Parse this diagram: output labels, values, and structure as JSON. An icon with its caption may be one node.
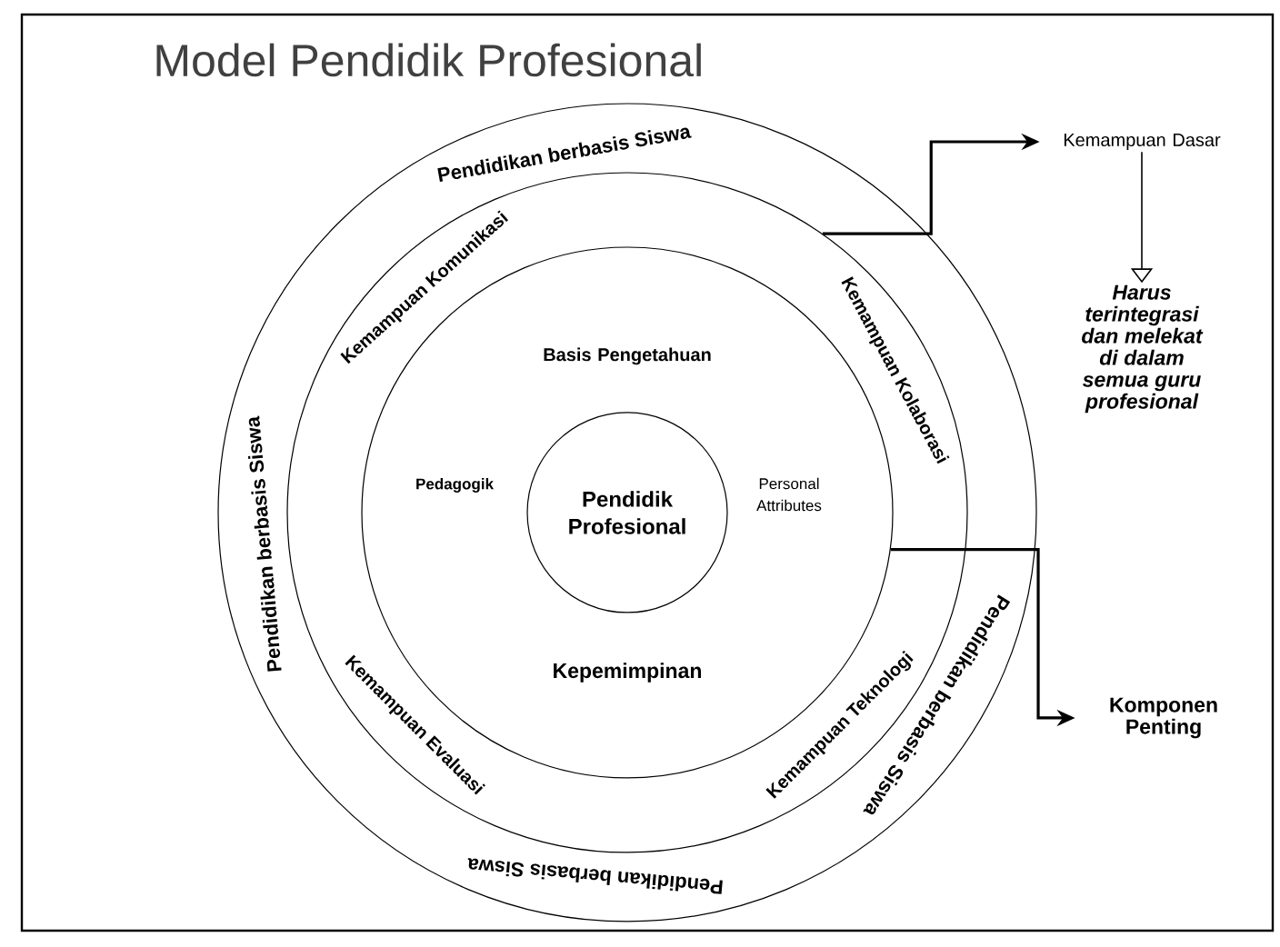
{
  "diagram": {
    "title": "Model Pendidik Profesional",
    "nodes": [
      {
        "text": [
          "Pendidikan berbasis Siswa",
          "Pendidikan berbasis Siswa",
          "Pendidikan berbasis Siswa",
          "Pendidikan berbasis Siswa"
        ]
      },
      {
        "text": [
          "Kemampuan Komunikasi",
          "Kemampuan Kolaborasi",
          "Kemampuan Evaluasi",
          "Kemampuan Teknologi"
        ],
        "in": 0
      },
      {
        "text": [
          "Basis Pengetahuan",
          "Pedagogik",
          "Personal Attributes",
          "Kepemimpinan"
        ],
        "in": 1
      },
      {
        "text": [
          "Pendidik Profesional"
        ],
        "in": 2
      },
      {
        "text": [
          "Kemampuan Dasar"
        ]
      },
      {
        "text": [
          "Harus terintegrasi dan melekat di dalam semua guru profesional"
        ]
      },
      {
        "text": [
          "Komponen Penting"
        ]
      }
    ],
    "edges": [
      {
        "from": 1,
        "to": 4,
        "arrow": "to"
      },
      {
        "from": 2,
        "to": 6,
        "arrow": "to"
      },
      {
        "from": 4,
        "to": 5,
        "arrow": "to"
      }
    ]
  }
}
